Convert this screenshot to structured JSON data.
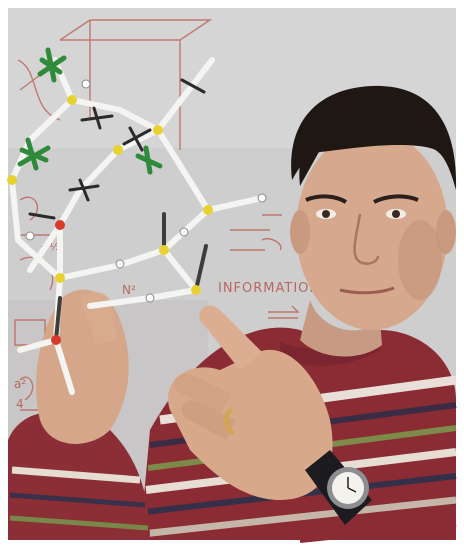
{
  "photo": {
    "whiteboard_fragments": [
      "INFORMATION",
      "N²",
      "−½",
      "a²",
      "4"
    ]
  }
}
